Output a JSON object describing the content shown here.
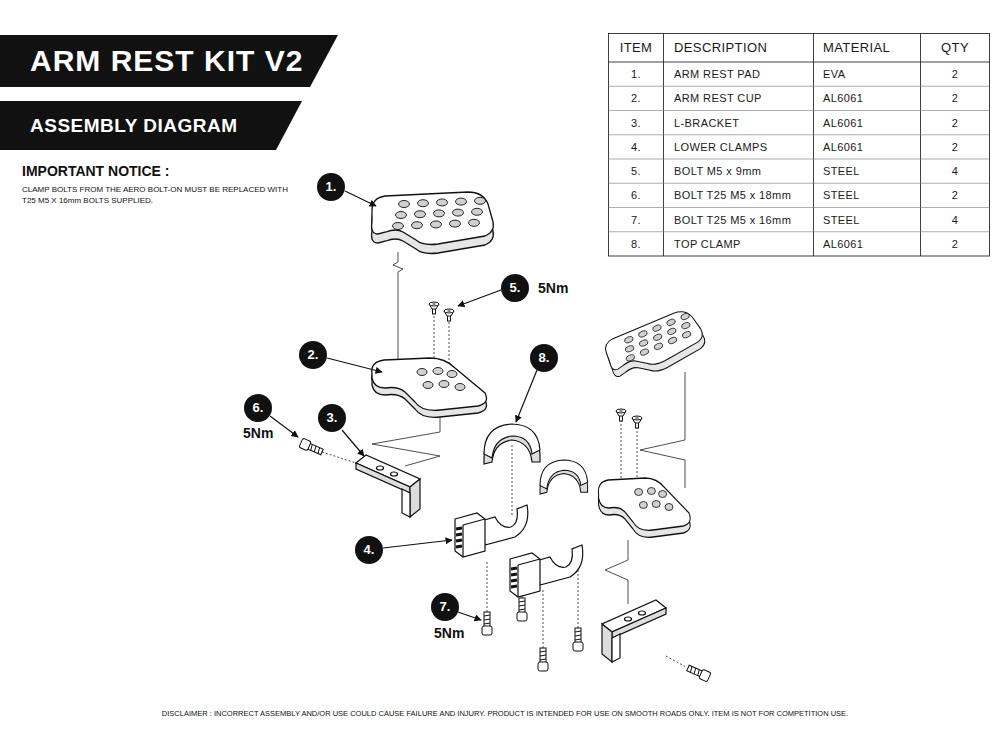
{
  "diagram": {
    "title": "ARM REST KIT V2",
    "caption": "DISCLAIMER : INCORRECT ASSEMBLY AND/OR USE COULD CAUSE FAILURE AND INJURY. PRODUCT IS INTENDED FOR USE ON SMOOTH ROADS ONLY. ITEM IS NOT FOR COMPETITION USE.",
    "nodes": [
      {
        "text": [
          "ASSEMBLY DIAGRAM"
        ]
      },
      {
        "text": [
          "1."
        ]
      },
      {
        "text": [
          "5."
        ]
      },
      {
        "text": [
          "2."
        ]
      },
      {
        "text": [
          "8."
        ]
      },
      {
        "text": [
          "6."
        ]
      },
      {
        "text": [
          "3."
        ]
      },
      {
        "text": [
          "4."
        ]
      },
      {
        "text": [
          "7."
        ]
      }
    ],
    "labels": [
      "IMPORTANT NOTICE :",
      "CLAMP BOLTS FROM THE AERO BOLT-ON MUST BE REPLACED WITH T25 M5 X 16mm BOLTS SUPPLIED.",
      "5Nm",
      "5Nm",
      "5Nm",
      "ITEM",
      "DESCRIPTION",
      "MATERIAL",
      "QTY",
      "1.",
      "ARM REST PAD",
      "EVA",
      "2",
      "2.",
      "ARM REST CUP",
      "AL6061",
      "2",
      "3.",
      "L-BRACKET",
      "AL6061",
      "2",
      "4.",
      "LOWER CLAMPS",
      "AL6061",
      "2",
      "5.",
      "BOLT M5 x 9mm",
      "STEEL",
      "4",
      "6.",
      "BOLT T25 M5 x 18mm",
      "STEEL",
      "2",
      "7.",
      "BOLT T25 M5 x 16mm",
      "STEEL",
      "4",
      "8.",
      "TOP CLAMP",
      "AL6061",
      "2"
    ]
  }
}
